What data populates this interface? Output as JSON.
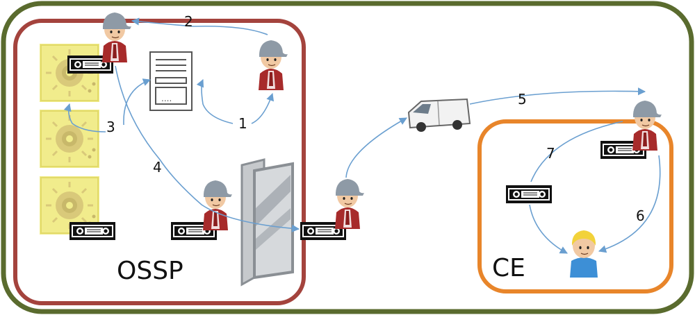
{
  "regions": {
    "outer": {
      "color": "#5a6b2e"
    },
    "ossp": {
      "label": "OSSP",
      "color": "#a4433d"
    },
    "ce": {
      "label": "CE",
      "color": "#e8852a"
    }
  },
  "steps": [
    "1",
    "2",
    "3",
    "4",
    "5",
    "6",
    "7"
  ],
  "icons": {
    "worker": "worker-with-cap-icon",
    "customer": "customer-icon",
    "tape": "vhs-tape-icon",
    "server": "server-icon",
    "van": "delivery-van-icon",
    "door": "glass-door-icon",
    "vault": "vault-safe-icon"
  },
  "colors": {
    "arrow": "#6a9fd0",
    "vault": "#f1ec8c",
    "shirt": "#a72b2b",
    "cap": "#8e9aa6",
    "customer_shirt": "#3d8fd6",
    "customer_hair": "#f2d23a"
  }
}
